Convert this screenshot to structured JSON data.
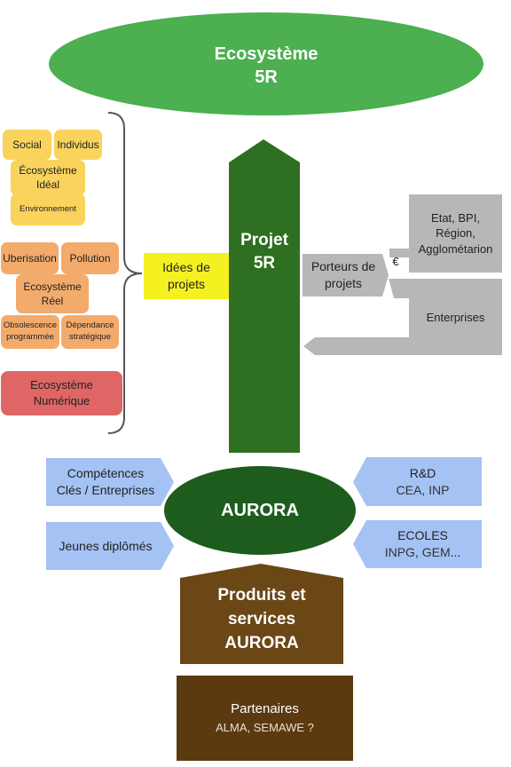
{
  "ecosystem_5r": {
    "line1": "Ecosystème",
    "line2": "5R"
  },
  "projet_5r": {
    "line1": "Projet",
    "line2": "5R"
  },
  "ideal_group": {
    "social": "Social",
    "individus": "Individus",
    "title_line1": "Écosystème",
    "title_line2": "Idéal",
    "environnement": "Environnement"
  },
  "reel_group": {
    "uberisation": "Uberisation",
    "pollution": "Pollution",
    "title_line1": "Ecosystème",
    "title_line2": "Réel",
    "obsolescence_line1": "Obsolescence",
    "obsolescence_line2": "programmée",
    "dependance_line1": "Dépendance",
    "dependance_line2": "stratégique"
  },
  "numerique": {
    "line1": "Ecosystème",
    "line2": "Numérique"
  },
  "idees": {
    "line1": "Idées de",
    "line2": "projets"
  },
  "porteurs": {
    "line1": "Porteurs de",
    "line2": "projets"
  },
  "etat": {
    "line1": "Etat, BPI,",
    "line2": "Région,",
    "line3": "Agglométarion"
  },
  "euro_symbol": "€",
  "enterprises": "Enterprises",
  "aurora": "AURORA",
  "competences": {
    "line1": "Compétences",
    "line2": "Clés / Entreprises"
  },
  "jeunes": "Jeunes diplômés",
  "rd": {
    "line1": "R&D",
    "line2": "CEA, INP"
  },
  "ecoles": {
    "line1": "ECOLES",
    "line2": "INPG, GEM..."
  },
  "produits": {
    "line1": "Produits et",
    "line2": "services",
    "line3": "AURORA"
  },
  "partenaires": {
    "line1": "Partenaires",
    "line2": "ALMA, SEMAWE ?"
  },
  "colors": {
    "light_green": "#4caf50",
    "dark_green": "#2f6f21",
    "aurora_green": "#1e5c1e",
    "yellow": "#f5f020",
    "light_blue": "#a4c2f4",
    "gray": "#b7b7b7",
    "brown": "#6b4716",
    "dark_brown": "#5b3a10",
    "red": "#e06666"
  }
}
